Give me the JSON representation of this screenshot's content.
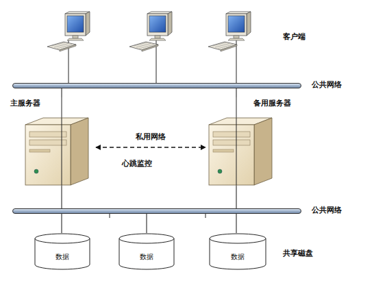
{
  "diagram": {
    "nodes": [
      {
        "text": [
          "公共网络"
        ]
      },
      {
        "text": [
          "主服务器"
        ]
      },
      {
        "text": [
          "备用服务器"
        ]
      },
      {
        "text": [
          "公共网络"
        ]
      },
      {
        "text": [
          "数据"
        ]
      },
      {
        "text": [
          "数据"
        ]
      },
      {
        "text": [
          "数据"
        ]
      }
    ],
    "edges": [
      {
        "from": 1,
        "to": 2,
        "arrow": "both",
        "label": "私用网络"
      },
      {
        "from": 0,
        "to": 1,
        "arrow": "none"
      },
      {
        "from": 0,
        "to": 2,
        "arrow": "none"
      },
      {
        "from": 1,
        "to": 3,
        "arrow": "none"
      },
      {
        "from": 2,
        "to": 3,
        "arrow": "none"
      },
      {
        "from": 3,
        "to": 4,
        "arrow": "none"
      },
      {
        "from": 3,
        "to": 5,
        "arrow": "none"
      },
      {
        "from": 3,
        "to": 6,
        "arrow": "none"
      }
    ],
    "labels": [
      "客户端",
      "心跳监控",
      "共享磁盘"
    ]
  }
}
